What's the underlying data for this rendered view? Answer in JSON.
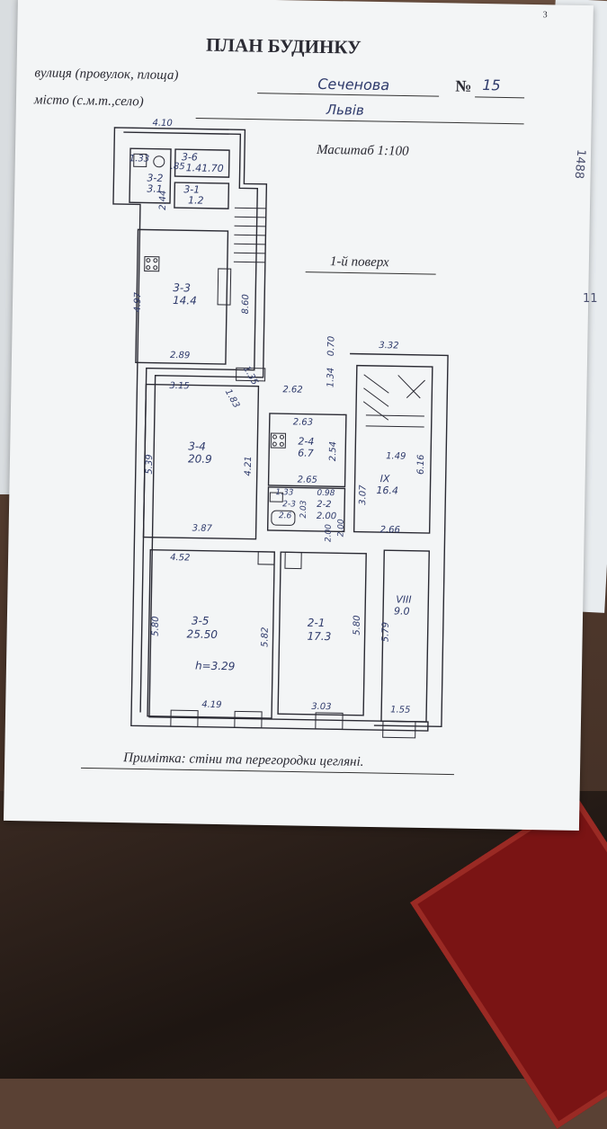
{
  "title": "ПЛАН БУДИНКУ",
  "street_label": "вулиця (провулок, площа)",
  "street_value": "Сеченова",
  "number_label": "№",
  "number_value": "15",
  "city_label": "місто (с.м.т.,село)",
  "city_value": "Львів",
  "scale": "Масштаб 1:100",
  "floor": "1-й поверх",
  "note": "Примітка: стіни та перегородки цегляні.",
  "corner_mark": "3",
  "rooms": [
    {
      "id": "3-6",
      "area": "1.41.70"
    },
    {
      "id": "3-2",
      "area": "3.1"
    },
    {
      "id": "3-1",
      "area": "1.2"
    },
    {
      "id": "3-3",
      "area": "14.4"
    },
    {
      "id": "3-4",
      "area": "20.9"
    },
    {
      "id": "2-4",
      "area": "6.7"
    },
    {
      "id": "2-3",
      "area": "2.6"
    },
    {
      "id": "2-2",
      "area": "2.00"
    },
    {
      "id": "IX",
      "area": "16.4"
    },
    {
      "id": "3-5",
      "area": "25.50"
    },
    {
      "id": "2-1",
      "area": "17.3"
    },
    {
      "id": "VIII",
      "area": "9.0"
    }
  ],
  "height_label": "h=3.29",
  "dims": [
    "4.10",
    "1.33",
    ".85",
    "2.44",
    "4.97",
    "8.60",
    "2.89",
    "3.15",
    "1.83",
    "1.35",
    "2.62",
    "0.70",
    "1.34",
    "3.32",
    "2.63",
    "2.54",
    "1.49",
    "5.39",
    "4.21",
    "2.65",
    "1.33",
    "0.98",
    "2.03",
    "3.07",
    "6.16",
    "2.00",
    "3.87",
    "2.66",
    "2.00",
    "4.52",
    "5.80",
    "5.82",
    "5.80",
    "5.79",
    "4.19",
    "3.03",
    "1.55"
  ],
  "margin_notes": [
    "1488",
    "11"
  ]
}
